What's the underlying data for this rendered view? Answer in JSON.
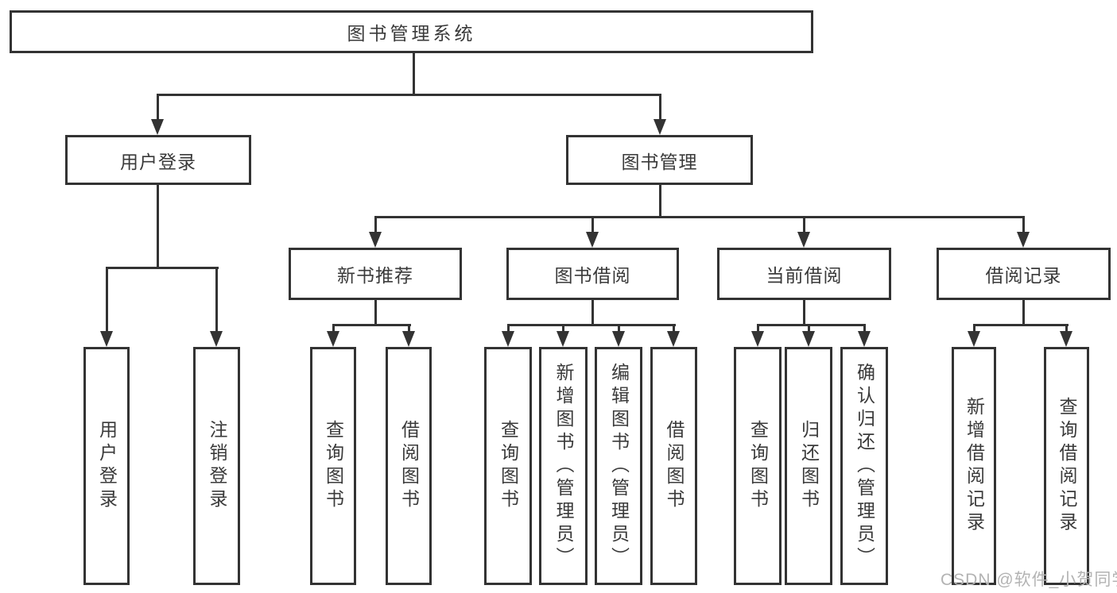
{
  "tree": {
    "root": "图书管理系统",
    "children": [
      {
        "label": "用户登录",
        "children": [
          "用户登录",
          "注销登录"
        ]
      },
      {
        "label": "图书管理",
        "children": [
          {
            "label": "新书推荐",
            "children": [
              "查询图书",
              "借阅图书"
            ]
          },
          {
            "label": "图书借阅",
            "children": [
              "查询图书",
              "新增图书（管理员）",
              "编辑图书（管理员）",
              "借阅图书"
            ]
          },
          {
            "label": "当前借阅",
            "children": [
              "查询图书",
              "归还图书",
              "确认归还（管理员）"
            ]
          },
          {
            "label": "借阅记录",
            "children": [
              "新增借阅记录",
              "查询借阅记录"
            ]
          }
        ]
      }
    ]
  },
  "watermark": {
    "text": "CSDN @软件_小贺同学"
  },
  "colors": {
    "line": "#333333",
    "text": "#3a3a3a",
    "watermark": "#b3b3b3",
    "background": "#ffffff"
  }
}
